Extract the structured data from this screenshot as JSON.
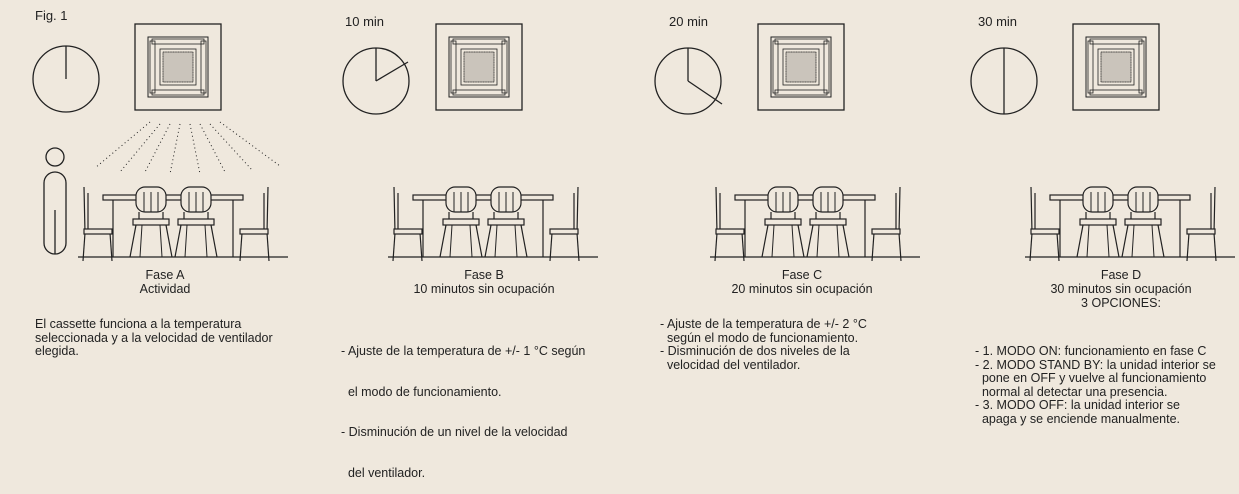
{
  "figure_label": "Fig. 1",
  "panels": [
    {
      "time": "",
      "phase": "Fase A",
      "subtitle": "Actividad",
      "extra": "",
      "description": [
        "El cassette funciona a la temperatura",
        "seleccionada y a la velocidad de ventilador",
        "elegida."
      ]
    },
    {
      "time": "10 min",
      "phase": "Fase B",
      "subtitle": "10 minutos sin ocupación",
      "extra": "",
      "description": [
        "- Ajuste de la temperatura de +/- 1 °C según",
        "  el modo de funcionamiento.",
        "- Disminución de un nivel de la velocidad",
        "  del ventilador."
      ]
    },
    {
      "time": "20 min",
      "phase": "Fase C",
      "subtitle": "20 minutos sin ocupación",
      "extra": "",
      "description": [
        "- Ajuste de la temperatura de +/- 2 °C",
        "  según el modo de funcionamiento.",
        "- Disminución de dos niveles de la",
        "  velocidad del ventilador."
      ]
    },
    {
      "time": "30 min",
      "phase": "Fase D",
      "subtitle": "30 minutos sin ocupación",
      "extra": "3 OPCIONES:",
      "description": [
        "- 1. MODO ON: funcionamiento en fase C",
        "- 2. MODO STAND BY: la unidad interior se",
        "  pone en OFF y vuelve al funcionamiento",
        "  normal al detectar una presencia.",
        "- 3. MODO OFF: la unidad interior se",
        "  apaga y se enciende manualmente."
      ]
    }
  ]
}
